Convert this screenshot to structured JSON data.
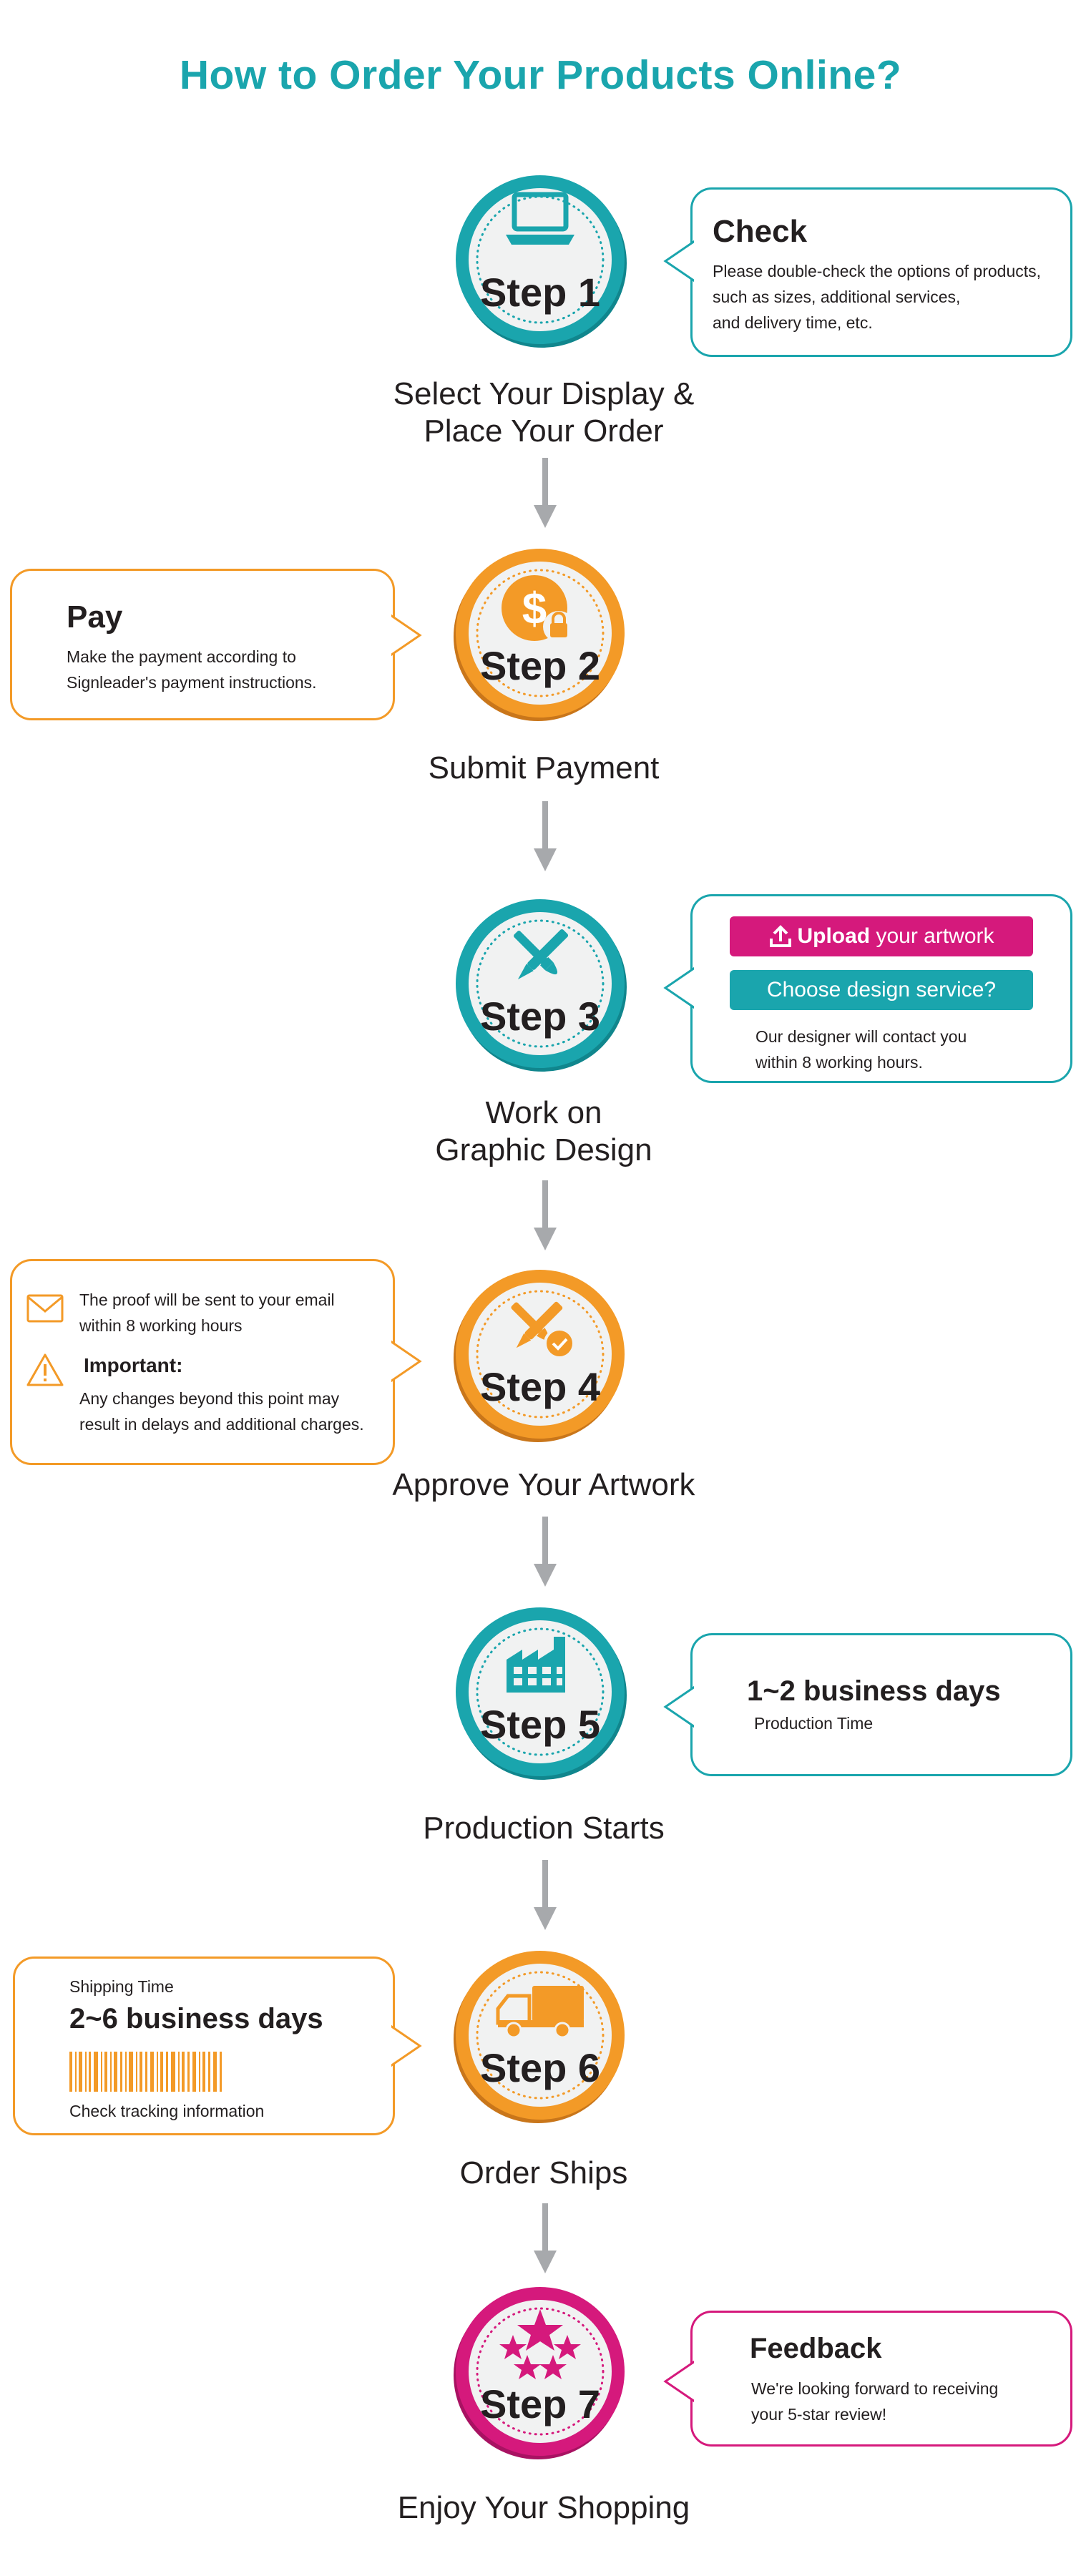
{
  "title": "How to Order Your Products Online?",
  "colors": {
    "teal": "#1aa5ad",
    "orange": "#f39a27",
    "magenta": "#d5197c",
    "arrow": "#a7a9ac"
  },
  "steps": [
    {
      "label": "Step 1",
      "caption_lines": [
        "Select Your Display &",
        "Place Your Order"
      ],
      "icon": "laptop-icon"
    },
    {
      "label": "Step 2",
      "caption_lines": [
        "Submit Payment"
      ],
      "icon": "dollar-lock-icon"
    },
    {
      "label": "Step 3",
      "caption_lines": [
        "Work on",
        "Graphic Design"
      ],
      "icon": "pen-brush-icon"
    },
    {
      "label": "Step 4",
      "caption_lines": [
        "Approve Your Artwork"
      ],
      "icon": "approve-artwork-icon"
    },
    {
      "label": "Step 5",
      "caption_lines": [
        "Production Starts"
      ],
      "icon": "factory-icon"
    },
    {
      "label": "Step 6",
      "caption_lines": [
        "Order Ships"
      ],
      "icon": "truck-icon"
    },
    {
      "label": "Step 7",
      "caption_lines": [
        "Enjoy Your Shopping"
      ],
      "icon": "stars-icon"
    }
  ],
  "boxes": {
    "check": {
      "title": "Check",
      "lines": [
        "Please double-check the options of products,",
        "such as sizes, additional services,",
        "and delivery time, etc."
      ]
    },
    "pay": {
      "title": "Pay",
      "lines": [
        "Make the payment according to",
        "Signleader's payment instructions."
      ]
    },
    "design": {
      "upload_bold": "Upload",
      "upload_rest": " your artwork",
      "choose": "Choose design service?",
      "lines": [
        "Our designer will contact you",
        "within 8 working hours."
      ]
    },
    "approve": {
      "proof_lines": [
        "The proof will be sent to your email",
        "within 8 working hours"
      ],
      "important": "Important:",
      "important_lines": [
        "Any changes beyond this point may",
        "result in delays and additional charges."
      ]
    },
    "production": {
      "days": "1~2 business days",
      "sub": "Production Time"
    },
    "shipping": {
      "label": "Shipping Time",
      "days": "2~6 business days",
      "tracking": "Check tracking information"
    },
    "feedback": {
      "title": "Feedback",
      "lines": [
        "We're looking forward to receiving",
        "your 5-star review!"
      ]
    }
  }
}
